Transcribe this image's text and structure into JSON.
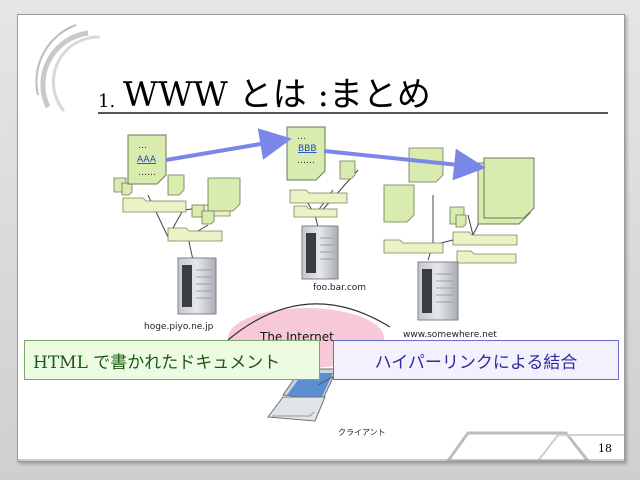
{
  "slide": {
    "number_prefix": "1.",
    "title": "WWW とは :まとめ",
    "page_number": "18"
  },
  "diagram": {
    "documents": {
      "doc_a_dots_top": "…",
      "doc_a_link": "AAA",
      "doc_a_dots_bottom": "……",
      "doc_b_dots_top": "…",
      "doc_b_link": "BBB",
      "doc_b_dots_bottom": "……"
    },
    "hosts": {
      "left": "hoge.piyo.ne.jp",
      "middle": "foo.bar.com",
      "right": "www.somewhere.net"
    },
    "internet_label": "The Internet",
    "client_label": "クライアント"
  },
  "callouts": {
    "html_docs": "HTML で書かれたドキュメント",
    "hyperlink": "ハイパーリンクによる結合"
  },
  "colors": {
    "doc_fill": "#d8ecb0",
    "doc_stroke": "#6d7a55",
    "arrow": "#7a86e8",
    "internet": "#f7c9d6"
  }
}
